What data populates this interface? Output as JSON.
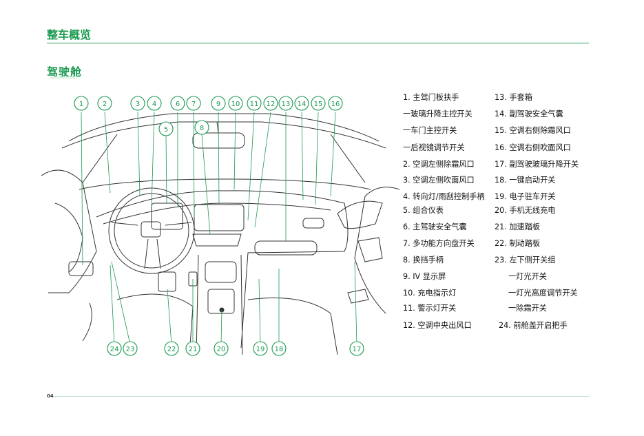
{
  "header": {
    "title": "整车概览"
  },
  "section": {
    "title": "驾驶舱"
  },
  "callouts": [
    "1",
    "2",
    "3",
    "4",
    "5",
    "6",
    "7",
    "8",
    "9",
    "10",
    "11",
    "12",
    "13",
    "14",
    "15",
    "16",
    "17",
    "18",
    "19",
    "20",
    "21",
    "22",
    "23",
    "24"
  ],
  "legend": {
    "left": [
      "1. 主驾门板扶手",
      "一玻璃升降主控开关",
      "一车门主控开关",
      "一后视镜调节开关",
      "2. 空调左侧除霜风口",
      "3. 空调左侧吹面风口",
      "4. 转向灯/雨刮控制手柄",
      "5. 组合仪表",
      "6. 主驾驶安全气囊",
      "7.   多功能方向盘开关",
      "8. 换挡手柄",
      "9. IV  显示屏",
      "10. 充电指示灯",
      "11.   警示灯开关",
      "12.   空调中央出风口"
    ],
    "right": [
      "13. 手套箱",
      "14. 副驾驶安全气囊",
      "15. 空调右侧除霜风口",
      "16. 空调右侧吹面风口",
      "17. 副驾驶玻璃升降开关",
      "18. 一键启动开关",
      "19. 电子驻车开关",
      "20. 手机无线充电",
      "21.   加速踏板",
      "22.   制动踏板",
      "23. 左下侧开关组",
      "一灯光开关",
      "一灯光高度调节开关",
      "一除霜开关",
      "24. 前舱盖开启把手"
    ]
  },
  "footer": {
    "page_number": "04"
  },
  "colors": {
    "accent": "#1a9a50",
    "footer_rule": "#bfe3cc",
    "line_art": "#333333"
  }
}
